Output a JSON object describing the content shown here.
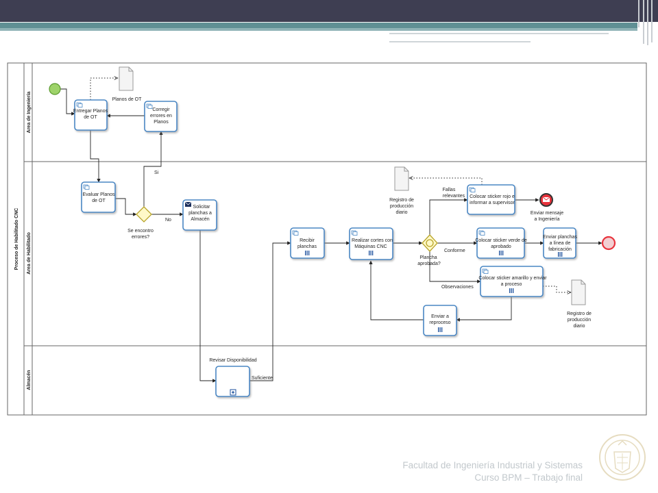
{
  "pool": {
    "title": "Proceso de Habilitado CNC"
  },
  "lanes": {
    "ingenieria": "Area de Ingeniería",
    "habilitado": "Area de Habilitado",
    "almacen": "Almacén"
  },
  "tasks": {
    "entregar": [
      "Entregar Planos",
      "de OT"
    ],
    "corregir": [
      "Corregir",
      "errores en",
      "Planos"
    ],
    "evaluar": [
      "Evaluar Planos",
      "de OT"
    ],
    "solicitar": [
      "Solicitar",
      "planchas a",
      "Almacén"
    ],
    "recibir": [
      "Recibir",
      "planchas"
    ],
    "cortes": [
      "Realizar cortes con",
      "Máquinas CNC"
    ],
    "rojo": [
      "Colocar sticker rojo e",
      "informar a supervisor"
    ],
    "verde": [
      "Colocar sticker verde de",
      "aprobado"
    ],
    "amarillo": [
      "Colocar sticker amarillo y enviar",
      "a proceso"
    ],
    "enviar_linea": [
      "Enviar planchas",
      "a línea de",
      "fabricación"
    ],
    "reproceso": [
      "Enviar a",
      "reproceso"
    ],
    "revisar": "Revisar Disponibilidad"
  },
  "data_objects": {
    "planos": "Planos de OT",
    "registro1": [
      "Registro de",
      "producción",
      "diario"
    ],
    "registro2": [
      "Registro de",
      "producción",
      "diario"
    ]
  },
  "gateways": {
    "errores": [
      "Se encontro",
      "errores?"
    ],
    "plancha": [
      "Plancha",
      "aprobada?"
    ]
  },
  "flows": {
    "si": "Si",
    "no": "No",
    "suficiente": "Suficiente",
    "fallas": [
      "Fallas",
      "relevantes"
    ],
    "conforme": "Conforme",
    "observaciones": "Observaciones"
  },
  "end_message": [
    "Enviar mensaje",
    "a Ingeniería"
  ],
  "footer": {
    "line1": "Facultad de Ingeniería Industrial y Sistemas",
    "line2": "Curso BPM – Trabajo final"
  },
  "colors": {
    "topbar": "#3e3e52",
    "accent": "#5f8f94",
    "task_border": "#4a87c4",
    "start": "#9ed36a",
    "end": "#e8333c",
    "gateway": "#e3d75a"
  }
}
